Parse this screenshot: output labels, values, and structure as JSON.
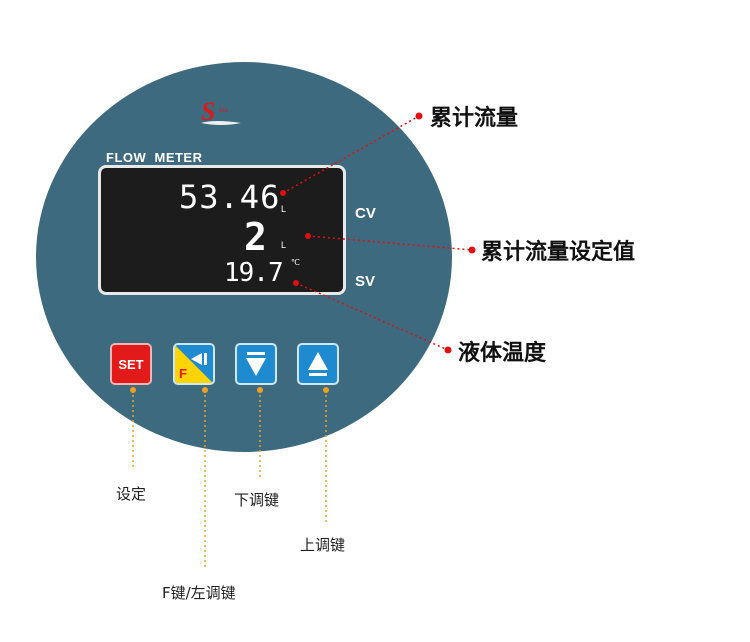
{
  "device": {
    "model_label": "FLOW  METER",
    "brand_mark": "S",
    "display": {
      "cumulative_value": "53.46",
      "cumulative_unit": "L",
      "setpoint_value": "2",
      "setpoint_unit": "L",
      "temperature_value": "19.7",
      "temperature_unit": "℃"
    },
    "cv_label": "CV",
    "sv_label": "SV"
  },
  "buttons": {
    "set_label": "SET",
    "f_label": "F"
  },
  "callouts": {
    "cumulative_flow": "累计流量",
    "cumulative_flow_setpoint": "累计流量设定值",
    "liquid_temperature": "液体温度"
  },
  "button_captions": {
    "set": "设定",
    "down": "下调键",
    "f_left": "F键/左调键",
    "up": "上调键"
  },
  "colors": {
    "dial": "#3d6a7e",
    "annotation_red": "#e01010",
    "annotation_orange": "#f0a020",
    "button_blue": "#1e8ad0",
    "button_red": "#e21a1a"
  }
}
